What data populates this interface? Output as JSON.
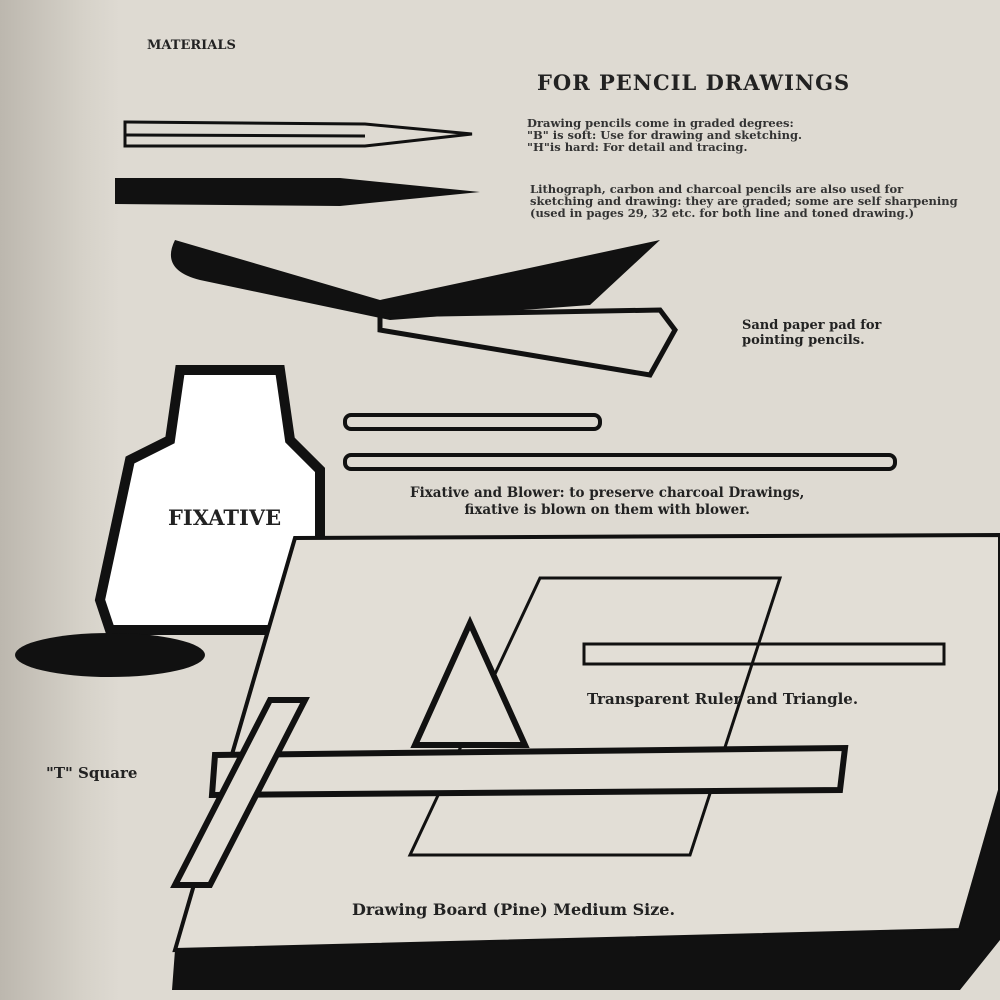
{
  "header": "MATERIALS",
  "title": "FOR PENCIL DRAWINGS",
  "pencils_text": [
    "Drawing pencils come in graded degrees:",
    "\"B\" is soft: Use for drawing and sketching.",
    "\"H\"is hard: For detail and tracing."
  ],
  "special_pencils_text": "Lithograph, carbon and charcoal pencils are also used for sketching and drawing: they are graded; some are self sharpening (used in pages 29, 32 etc. for both line and toned drawing.)",
  "sandpaper_text": [
    "Sand paper pad for",
    "pointing pencils."
  ],
  "fixative_text": [
    "Fixative and Blower: to preserve charcoal Drawings,",
    "fixative is blown on them with blower."
  ],
  "bottle_label": "FIXATIVE",
  "ruler_text": "Transparent Ruler and Triangle.",
  "tsquare_text": "\"T\" Square",
  "board_text": "Drawing Board (Pine) Medium Size."
}
